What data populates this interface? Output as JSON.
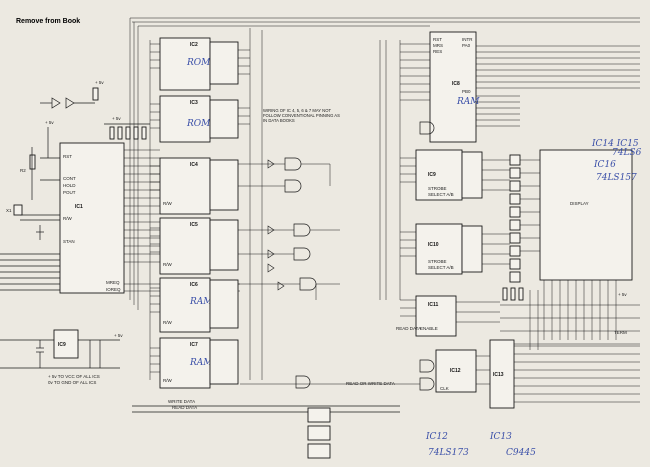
{
  "header": {
    "title": "Remove from Book"
  },
  "ics": {
    "ic1": "IC1",
    "ic2": "IC2",
    "ic3": "IC3",
    "ic4": "IC4",
    "ic5": "IC5",
    "ic6": "IC6",
    "ic7": "IC7",
    "ic8": "IC8",
    "ic9": "IC9",
    "ic10": "IC10",
    "ic11": "IC11",
    "ic12": "IC12",
    "ic13": "IC13"
  },
  "labels": {
    "display": "DISPLAY",
    "read_or_write_data": "READ OR WRITE DATA",
    "read_data": "READ DATA",
    "write_data": "WRITE DATA",
    "enable": "ENABLE",
    "strobe": "STROBE",
    "select_a_b": "SELECT A/B",
    "wiring_note": "WIRING OF IC 4, 5, 6 & 7 MAY NOT FOLLOW CONVENTIONAL PINNING AS IN DATA BOOKS",
    "supply_vcc": "+ 5v TO VCC OF ALL ICS",
    "supply_gnd": "0v TO GND OF ALL ICS",
    "v5": "+ 5v",
    "term": "TERM",
    "intr": "INTR",
    "pa0": "PA0",
    "pb0": "PB0",
    "rst": "RST",
    "mrs": "MRS",
    "res": "RES",
    "mreq": "MREQ",
    "ioreq": "IOREQ",
    "clk": "CLK"
  },
  "handwriting": {
    "rom_ic2": "ROM",
    "rom_ic3": "ROM",
    "ram_ic6": "RAM",
    "ram_ic7": "RAM",
    "ram_ic8": "RAM",
    "ic14_15": "IC14 IC15",
    "ic14_15_part": "74LS6",
    "ic_16": "IC16",
    "ic_16_part": "74LS157",
    "ic12": "IC12",
    "ic12_part": "74LS173",
    "ic13": "IC13",
    "ic13_part": "C9445"
  },
  "colors": {
    "paper": "#ece9e1",
    "ink": "#1a1a1a",
    "pen": "#3a4fa8"
  }
}
